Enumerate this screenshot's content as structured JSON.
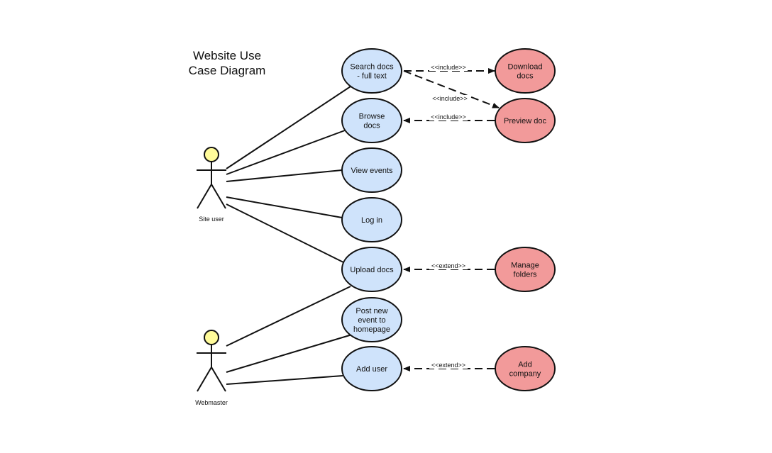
{
  "title": {
    "line1": "Website Use",
    "line2": "Case Diagram"
  },
  "colors": {
    "use_case_fill": "#cfe3fb",
    "extension_fill": "#f29a9a",
    "actor_head_fill": "#fffb9a",
    "stroke": "#111111"
  },
  "actors": [
    {
      "id": "site_user",
      "label": "Site user"
    },
    {
      "id": "webmaster",
      "label": "Webmaster"
    }
  ],
  "use_cases": [
    {
      "id": "search",
      "lines": [
        "Search docs",
        "- full text"
      ]
    },
    {
      "id": "browse",
      "lines": [
        "Browse",
        "docs"
      ]
    },
    {
      "id": "events",
      "lines": [
        "View events"
      ]
    },
    {
      "id": "login",
      "lines": [
        "Log in"
      ]
    },
    {
      "id": "upload",
      "lines": [
        "Upload docs"
      ]
    },
    {
      "id": "post",
      "lines": [
        "Post new",
        "event to",
        "homepage"
      ]
    },
    {
      "id": "adduser",
      "lines": [
        "Add user"
      ]
    }
  ],
  "extensions": [
    {
      "id": "download",
      "lines": [
        "Download",
        "docs"
      ]
    },
    {
      "id": "preview",
      "lines": [
        "Preview doc"
      ]
    },
    {
      "id": "folders",
      "lines": [
        "Manage",
        "folders"
      ]
    },
    {
      "id": "company",
      "lines": [
        "Add",
        "company"
      ]
    }
  ],
  "relationships": [
    {
      "from": "search",
      "to": "download",
      "label": "<<include>>"
    },
    {
      "from": "search",
      "to": "preview",
      "label": "<<include>>"
    },
    {
      "from": "preview",
      "to": "browse",
      "label": "<<include>>"
    },
    {
      "from": "folders",
      "to": "upload",
      "label": "<<extend>>"
    },
    {
      "from": "company",
      "to": "adduser",
      "label": "<<extend>>"
    }
  ],
  "associations": [
    {
      "actor": "site_user",
      "use_case": "search"
    },
    {
      "actor": "site_user",
      "use_case": "browse"
    },
    {
      "actor": "site_user",
      "use_case": "events"
    },
    {
      "actor": "site_user",
      "use_case": "login"
    },
    {
      "actor": "site_user",
      "use_case": "upload"
    },
    {
      "actor": "webmaster",
      "use_case": "upload"
    },
    {
      "actor": "webmaster",
      "use_case": "post"
    },
    {
      "actor": "webmaster",
      "use_case": "adduser"
    }
  ]
}
